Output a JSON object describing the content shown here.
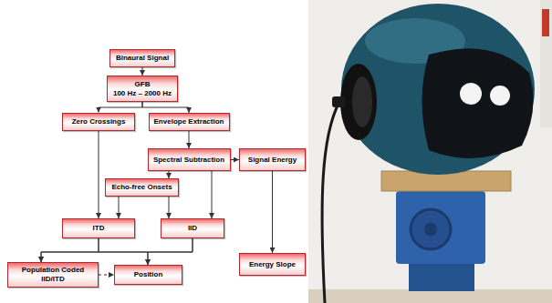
{
  "diagram": {
    "nodes": [
      {
        "text": [
          "Binaural Signal"
        ]
      },
      {
        "text": [
          "GFB",
          "100 Hz – 2000 Hz"
        ]
      },
      {
        "text": [
          "Zero Crossings"
        ]
      },
      {
        "text": [
          "Envelope Extraction"
        ]
      },
      {
        "text": [
          "Spectral Subtraction"
        ]
      },
      {
        "text": [
          "Signal Energy"
        ]
      },
      {
        "text": [
          "Echo-free Onsets"
        ]
      },
      {
        "text": [
          "ITD"
        ]
      },
      {
        "text": [
          "IID"
        ]
      },
      {
        "text": [
          "Population Coded IID/ITD"
        ]
      },
      {
        "text": [
          "Position"
        ]
      },
      {
        "text": [
          "Energy Slope"
        ]
      }
    ],
    "edges": [
      {
        "from": 0,
        "to": 1,
        "arrow": "to"
      },
      {
        "from": 1,
        "to": 2,
        "arrow": "to"
      },
      {
        "from": 1,
        "to": 3,
        "arrow": "to"
      },
      {
        "from": 2,
        "to": 7,
        "arrow": "to"
      },
      {
        "from": 3,
        "to": 4,
        "arrow": "to"
      },
      {
        "from": 4,
        "to": 5,
        "arrow": "to"
      },
      {
        "from": 4,
        "to": 6,
        "arrow": "to"
      },
      {
        "from": 4,
        "to": 8,
        "arrow": "to"
      },
      {
        "from": 6,
        "to": 7,
        "arrow": "to"
      },
      {
        "from": 6,
        "to": 8,
        "arrow": "to"
      },
      {
        "from": 7,
        "to": 9,
        "arrow": "to"
      },
      {
        "from": 7,
        "to": 10,
        "arrow": "to"
      },
      {
        "from": 8,
        "to": 9,
        "arrow": "to"
      },
      {
        "from": 8,
        "to": 10,
        "arrow": "to"
      },
      {
        "from": 9,
        "to": 10,
        "arrow": "to"
      },
      {
        "from": 5,
        "to": 11,
        "arrow": "to"
      }
    ]
  }
}
